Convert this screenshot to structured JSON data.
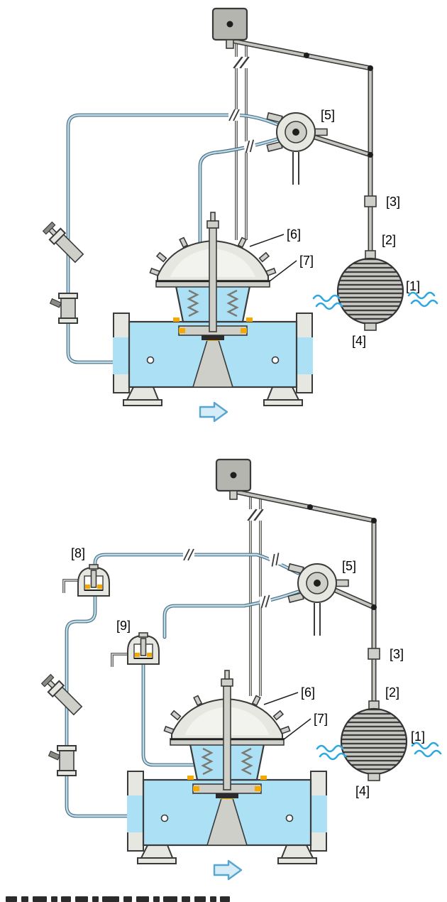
{
  "figure": {
    "panels": [
      {
        "id": "top",
        "labels": {
          "l1": "[1]",
          "l2": "[2]",
          "l3": "[3]",
          "l4": "[4]",
          "l5": "[5]",
          "l6": "[6]",
          "l7": "[7]"
        }
      },
      {
        "id": "bottom",
        "labels": {
          "l1": "[1]",
          "l2": "[2]",
          "l3": "[3]",
          "l4": "[4]",
          "l5": "[5]",
          "l6": "[6]",
          "l7": "[7]",
          "l8": "[8]",
          "l9": "[9]"
        }
      }
    ]
  },
  "colors": {
    "water": "#ace0f5",
    "metal": "#e7e7e2",
    "metal_mid": "#cfcfc9",
    "outline": "#3a3a3a",
    "tube_light": "#bfdcea",
    "tube_dark": "#4a6f82",
    "wave": "#2fa8e0",
    "yellow": "#f5a800",
    "arrow_fill": "#d6ecf7",
    "arrow_stroke": "#57a6cf",
    "ink": "#1e1e1e"
  }
}
